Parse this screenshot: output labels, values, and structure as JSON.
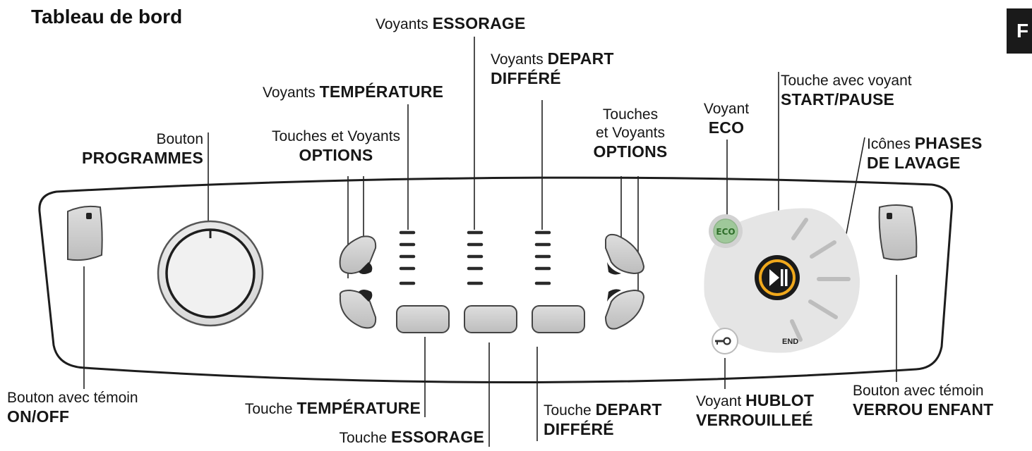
{
  "title": "Tableau de bord",
  "corner_tab": "F",
  "labels": {
    "essorage_leds": {
      "prefix": "Voyants",
      "bold": "ESSORAGE"
    },
    "depart_leds": {
      "prefix": "Voyants",
      "bold1": "DEPART",
      "bold2": "DIFFÉRÉ"
    },
    "temperature_leds": {
      "prefix": "Voyants",
      "bold": "TEMPÉRATURE"
    },
    "options_left": {
      "line1": "Touches et Voyants",
      "bold": "OPTIONS"
    },
    "programmes": {
      "line1": "Bouton",
      "bold": "PROGRAMMES"
    },
    "options_right": {
      "line1": "Touches",
      "line2": "et Voyants",
      "bold": "OPTIONS"
    },
    "eco": {
      "line1": "Voyant",
      "bold": "ECO"
    },
    "start_pause": {
      "line1": "Touche avec voyant",
      "bold": "START/PAUSE"
    },
    "phases": {
      "prefix": "Icônes",
      "bold1": "PHASES",
      "bold2": "DE LAVAGE"
    },
    "on_off": {
      "line1": "Bouton avec témoin",
      "bold": "ON/OFF"
    },
    "temperature_key": {
      "prefix": "Touche",
      "bold": "TEMPÉRATURE"
    },
    "essorage_key": {
      "prefix": "Touche",
      "bold": "ESSORAGE"
    },
    "depart_key": {
      "prefix": "Touche",
      "bold1": "DEPART",
      "bold2": "DIFFÉRÉ"
    },
    "hublot": {
      "prefix": "Voyant",
      "bold1": "HUBLOT",
      "bold2": "VERROUILLEÉ"
    },
    "verrou": {
      "line1": "Bouton avec témoin",
      "bold": "VERROU ENFANT"
    }
  },
  "panel": {
    "eco_icon_text": "ECO",
    "end_text": "END",
    "eco_color": "#7fb77a",
    "start_ring_color": "#f0a81c",
    "panel_fill": "#ffffff",
    "button_fill": "#cfcfcf",
    "zone_fill": "#e4e4e4"
  }
}
